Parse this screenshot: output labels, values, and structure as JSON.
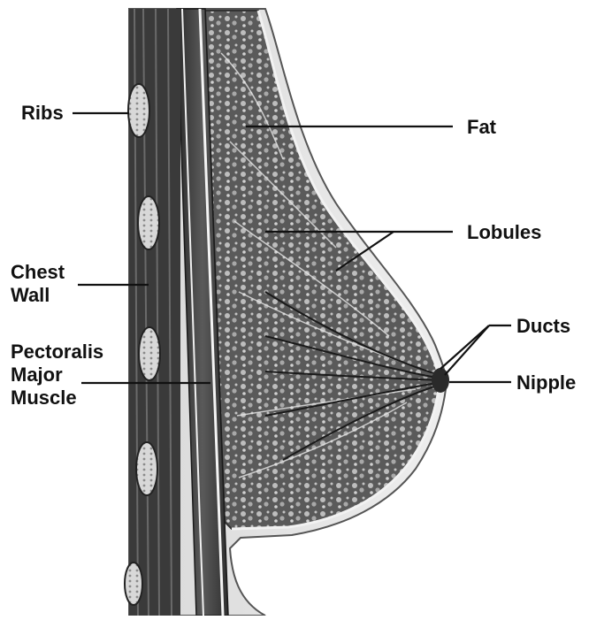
{
  "labels": {
    "ribs": "Ribs",
    "chest_wall_1": "Chest",
    "chest_wall_2": "Wall",
    "pectoralis_1": "Pectoralis",
    "pectoralis_2": "Major",
    "pectoralis_3": "Muscle",
    "fat": "Fat",
    "lobules": "Lobules",
    "ducts": "Ducts",
    "nipple": "Nipple"
  },
  "colors": {
    "ink": "#111111",
    "tissue_dark": "#3c3c3c",
    "tissue_mid": "#6f6f6f",
    "tissue_light": "#cfcfcf",
    "skin": "#8a8a8a",
    "background": "#ffffff"
  }
}
